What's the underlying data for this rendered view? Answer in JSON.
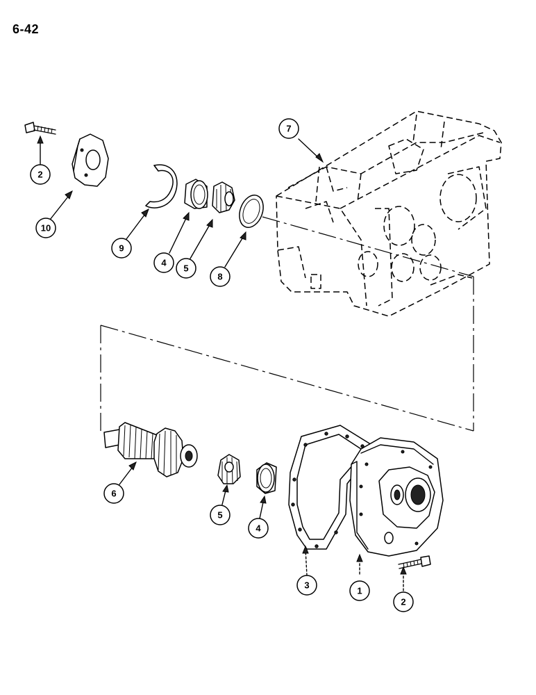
{
  "page": {
    "number": "6-42"
  },
  "callouts": [
    {
      "id": "c2a",
      "label": "2"
    },
    {
      "id": "c10",
      "label": "10"
    },
    {
      "id": "c9",
      "label": "9"
    },
    {
      "id": "c4a",
      "label": "4"
    },
    {
      "id": "c5a",
      "label": "5"
    },
    {
      "id": "c8",
      "label": "8"
    },
    {
      "id": "c7",
      "label": "7"
    },
    {
      "id": "c6",
      "label": "6"
    },
    {
      "id": "c5b",
      "label": "5"
    },
    {
      "id": "c4b",
      "label": "4"
    },
    {
      "id": "c3",
      "label": "3"
    },
    {
      "id": "c1",
      "label": "1"
    },
    {
      "id": "c2b",
      "label": "2"
    }
  ],
  "colors": {
    "ink": "#000000",
    "paper": "#ffffff"
  }
}
